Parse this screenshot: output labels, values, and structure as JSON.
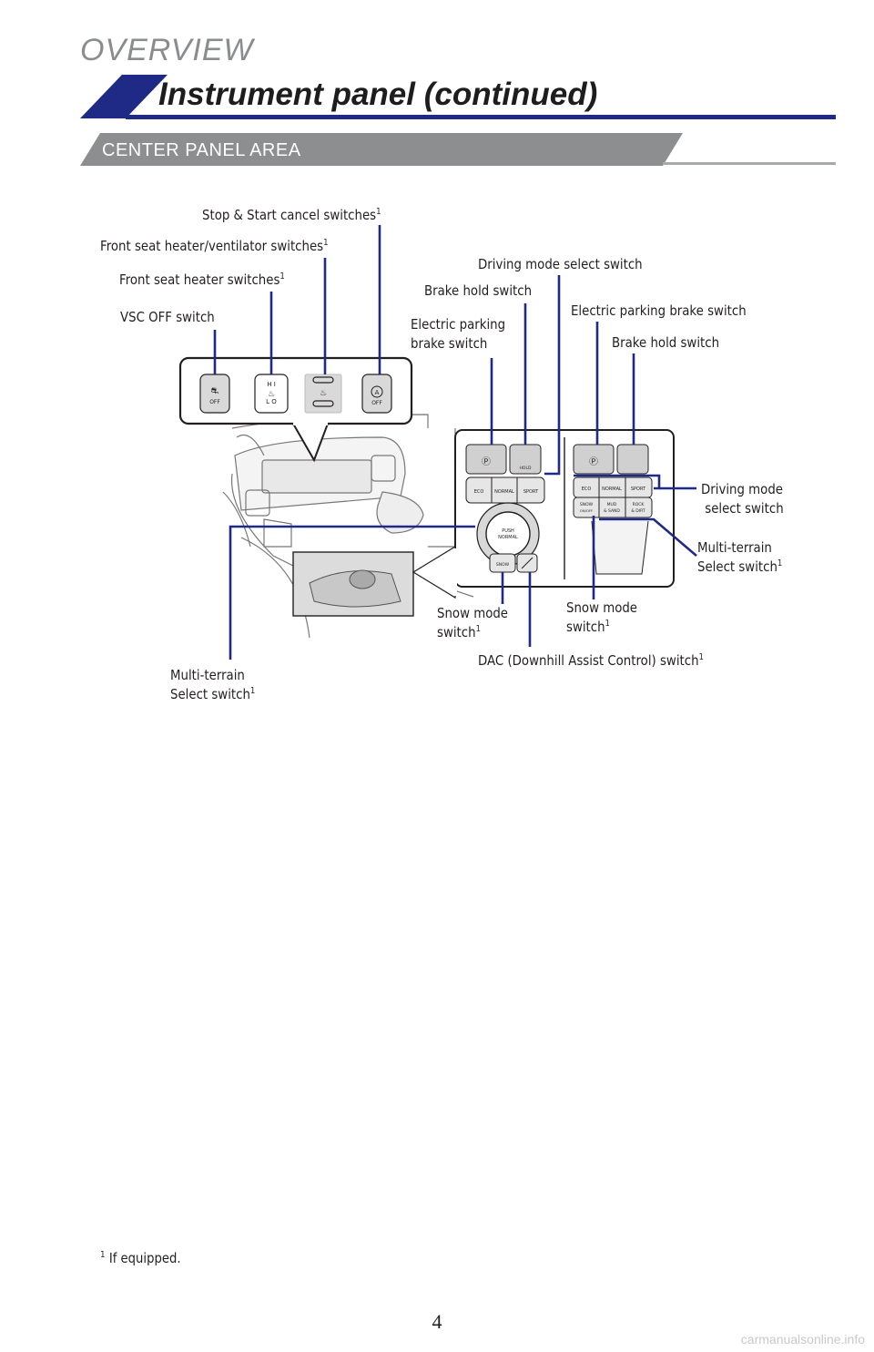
{
  "header": {
    "overview": "OVERVIEW",
    "title": "Instrument panel (continued)",
    "section": "CENTER PANEL AREA"
  },
  "labels": {
    "stop_start": "Stop & Start cancel switches",
    "seat_heat_vent": "Front seat heater/ventilator switches",
    "seat_heater": "Front seat heater switches",
    "vsc_off": "VSC OFF switch",
    "driving_mode_top": "Driving mode select switch",
    "brake_hold_left": "Brake hold switch",
    "epb_left_1": "Electric parking",
    "epb_left_2": "brake switch",
    "epb_right": "Electric parking brake switch",
    "brake_hold_right": "Brake hold switch",
    "driving_mode_right_1": "Driving mode",
    "driving_mode_right_2": "select switch",
    "mts_right_1": "Multi-terrain",
    "mts_right_2": "Select switch",
    "snow_left_1": "Snow mode",
    "snow_left_2": "switch",
    "snow_right_1": "Snow mode",
    "snow_right_2": "switch",
    "dac": "DAC (Downhill Assist Control) switch",
    "mts_left_1": "Multi-terrain",
    "mts_left_2": "Select switch",
    "superscript": "1"
  },
  "panel_buttons": {
    "vsc": "OFF",
    "hi": "H I",
    "lo": "L O",
    "stop_start": "OFF"
  },
  "console_buttons": {
    "eco": "ECO",
    "normal": "NORMAL",
    "sport": "SPORT",
    "hold": "HOLD",
    "push": "PUSH",
    "push_normal": "NORMAL",
    "snow": "SNOW",
    "mud": "MUD",
    "sand": "& SAND",
    "rock": "ROCK",
    "dirt": "& DIRT",
    "snow_onoff": "SNOW",
    "onoff": "ON/OFF"
  },
  "footnote": {
    "sup": "1",
    "text": "If equipped."
  },
  "page_number": "4",
  "watermark": "carmanualsonline.info",
  "colors": {
    "blue": "#1f2a86",
    "gray_band": "#8c8e90",
    "line_gray": "#a7a9ac"
  }
}
